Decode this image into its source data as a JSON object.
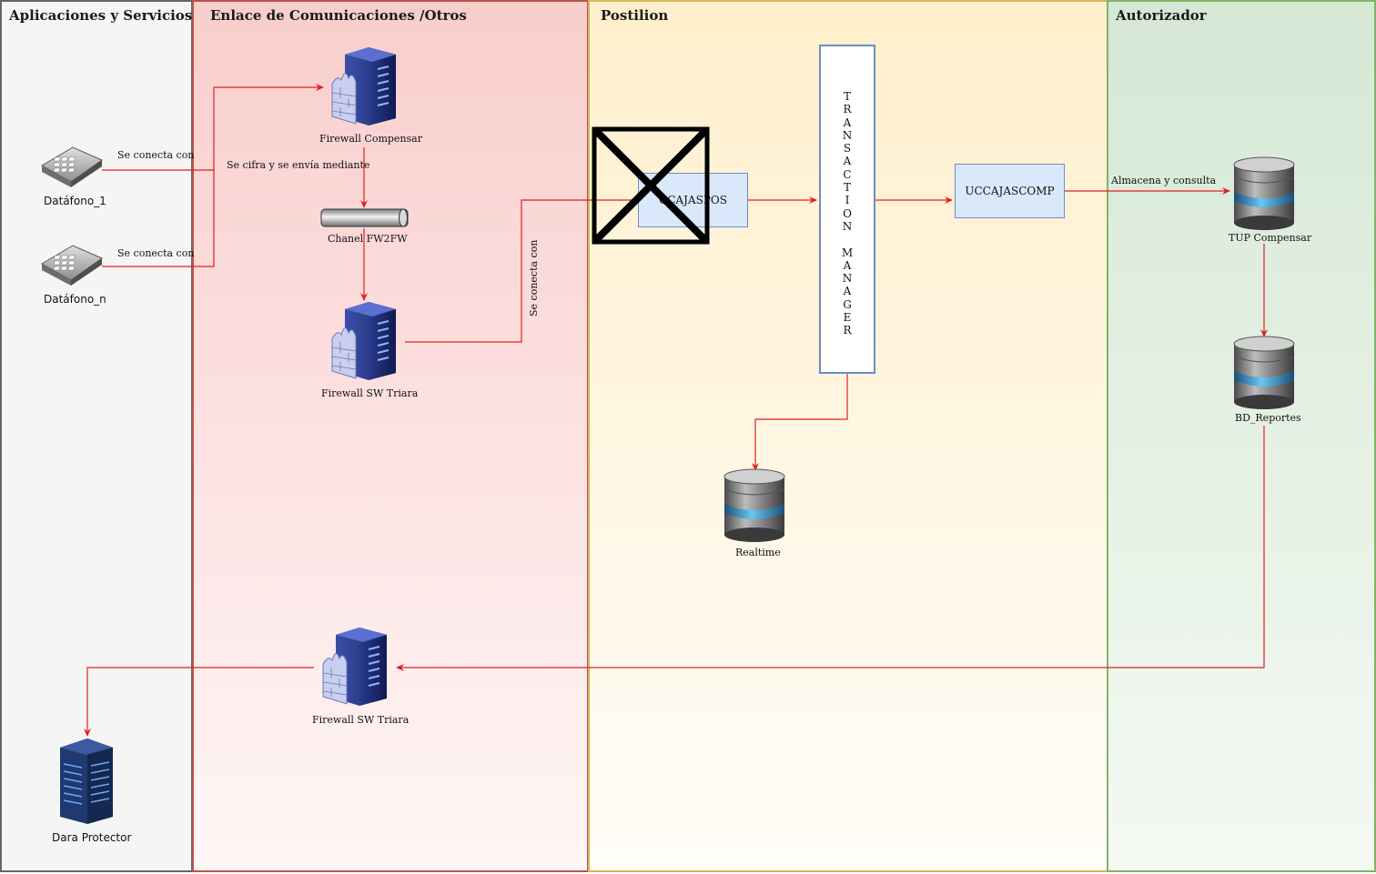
{
  "lanes": [
    {
      "title": "Aplicaciones y Servicios",
      "color": "#666666"
    },
    {
      "title": "Enlace de Comunicaciones /Otros",
      "color": "#b85450"
    },
    {
      "title": "Postilion",
      "color": "#d6b656"
    },
    {
      "title": "Autorizador",
      "color": "#82b366"
    }
  ],
  "nodes": {
    "datafono_1": "Datáfono_1",
    "datafono_n": "Datáfono_n",
    "firewall_compensar": "Firewall Compensar",
    "chanel": "Chanel FW2FW",
    "firewall_triara_top": "Firewall SW Triara",
    "firewall_triara_bottom": "Firewall SW Triara",
    "dara_protector": "Dara Protector",
    "cajaspos": "CCAJASPOS",
    "transaction_manager": [
      "T",
      "R",
      "A",
      "N",
      "S",
      "A",
      "C",
      "T",
      "I",
      "O",
      "N",
      "",
      "M",
      "A",
      "N",
      "A",
      "G",
      "E",
      "R"
    ],
    "uccajascomp": "UCCAJASCOMP",
    "realtime": "Realtime",
    "tup_compensar": "TUP Compensar",
    "bd_reportes": "BD_Reportes"
  },
  "edge_labels": {
    "connect_1": "Se conecta con",
    "connect_n": "Se conecta con",
    "cifra": "Se cifra y se envía mediante",
    "connect_vertical": "Se conecta con",
    "almacena": "Almacena y consulta"
  },
  "colors": {
    "edge": "#e02020",
    "box_fill": "#dae8fc",
    "box_stroke": "#6c8ebf"
  }
}
